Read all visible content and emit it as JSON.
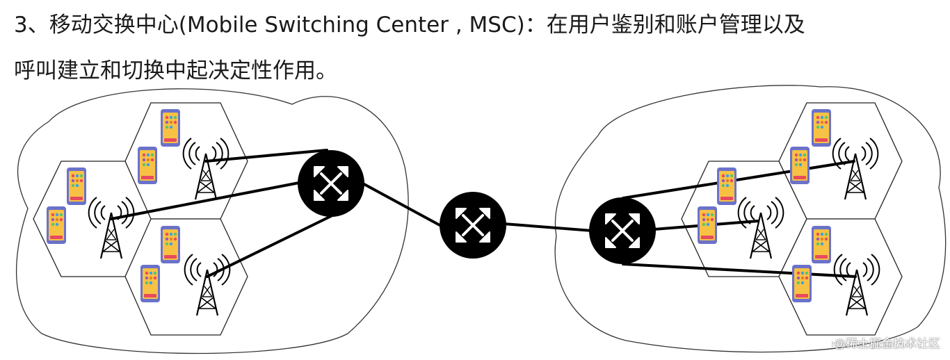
{
  "caption": {
    "line1": "3、移动交换中心(Mobile Switching Center , MSC)：在用户鉴别和账户管理以及",
    "line2": "呼叫建立和切换中起决定性作用。"
  },
  "diagram": {
    "icons": {
      "switch": "switch-arrows-icon",
      "tower": "cell-tower-icon",
      "phone": "smartphone-icon"
    },
    "colors": {
      "line": "#000000",
      "phone_body": "#f7c244",
      "phone_frame": "#6b72c9",
      "cell_stroke": "#222222"
    }
  },
  "watermark": {
    "url": "https://blog.csdn.net/...",
    "brand": "@稀土掘金技术社区"
  }
}
